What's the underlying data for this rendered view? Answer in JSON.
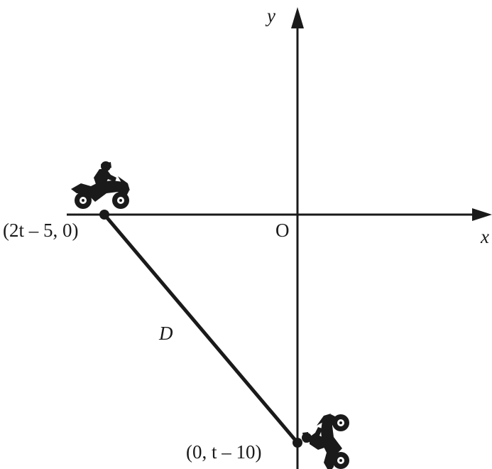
{
  "axes": {
    "x_label": "x",
    "y_label": "y",
    "origin_label": "O"
  },
  "points": {
    "point_a_label": "(2t – 5, 0)",
    "point_b_label": "(0, t – 10)"
  },
  "segment": {
    "distance_label": "D"
  },
  "icons": {
    "rider_a": "motorcycle-rider-icon",
    "rider_b": "motorcycle-rider-icon"
  },
  "colors": {
    "ink": "#1a1a1a",
    "background": "#ffffff"
  }
}
